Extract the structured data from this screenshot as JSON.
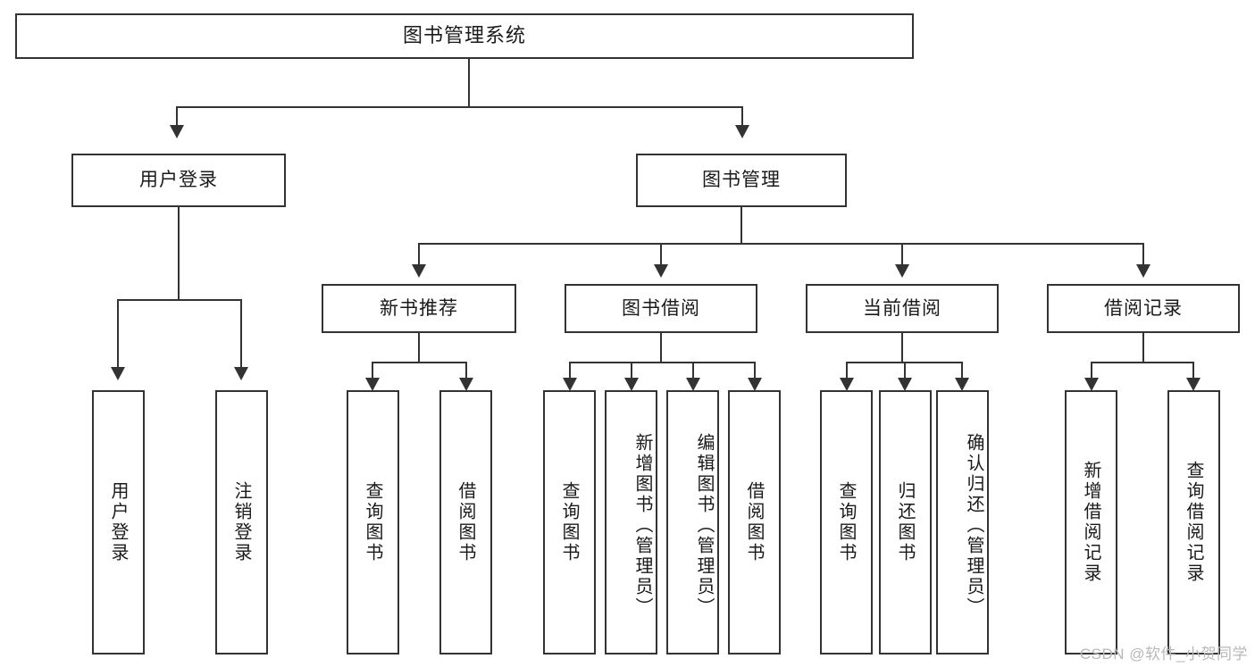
{
  "diagram": {
    "title": "图书管理系统",
    "type": "功能结构图",
    "root": {
      "label": "图书管理系统"
    },
    "level2": [
      {
        "label": "用户登录"
      },
      {
        "label": "图书管理"
      }
    ],
    "level3": [
      {
        "label": "新书推荐"
      },
      {
        "label": "图书借阅"
      },
      {
        "label": "当前借阅"
      },
      {
        "label": "借阅记录"
      }
    ],
    "leaves": {
      "user_login": [
        {
          "label": "用户登录"
        },
        {
          "label": "注销登录"
        }
      ],
      "new_book": [
        {
          "label": "查询图书"
        },
        {
          "label": "借阅图书"
        }
      ],
      "book_borrow": [
        {
          "label": "查询图书"
        },
        {
          "label": "新增图书（管理员）"
        },
        {
          "label": "编辑图书（管理员）"
        },
        {
          "label": "借阅图书"
        }
      ],
      "current_borrow": [
        {
          "label": "查询图书"
        },
        {
          "label": "归还图书"
        },
        {
          "label": "确认归还（管理员）"
        }
      ],
      "borrow_record": [
        {
          "label": "新增借阅记录"
        },
        {
          "label": "查询借阅记录"
        }
      ]
    }
  },
  "watermark": {
    "text": "CSDN @软件_小贺同学"
  },
  "colors": {
    "stroke": "#333333",
    "text": "#1a1a1a",
    "background": "#ffffff",
    "watermark": "#b8b8b8"
  }
}
